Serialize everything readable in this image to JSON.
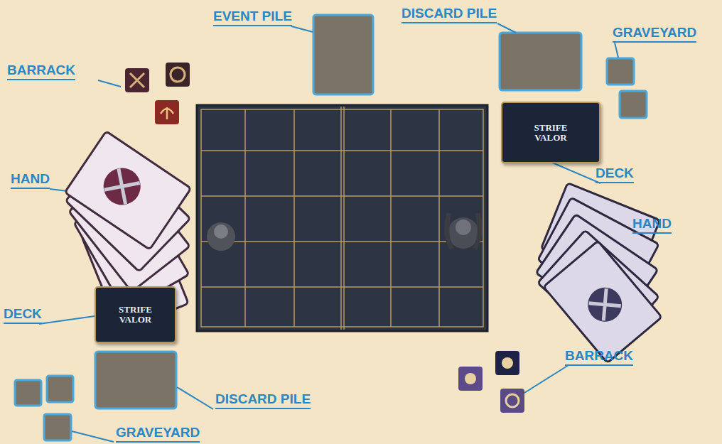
{
  "diagram": {
    "nodes": [
      {
        "text": [
          "STRIFE VALOR"
        ]
      },
      {
        "text": [
          "STRIFE VALOR"
        ]
      }
    ],
    "labels": [
      "BARRACK",
      "EVENT PILE",
      "DISCARD PILE",
      "GRAVEYARD",
      "DECK",
      "HAND",
      "HAND",
      "DECK",
      "BARRACK",
      "DISCARD PILE",
      "GRAVEYARD"
    ]
  }
}
